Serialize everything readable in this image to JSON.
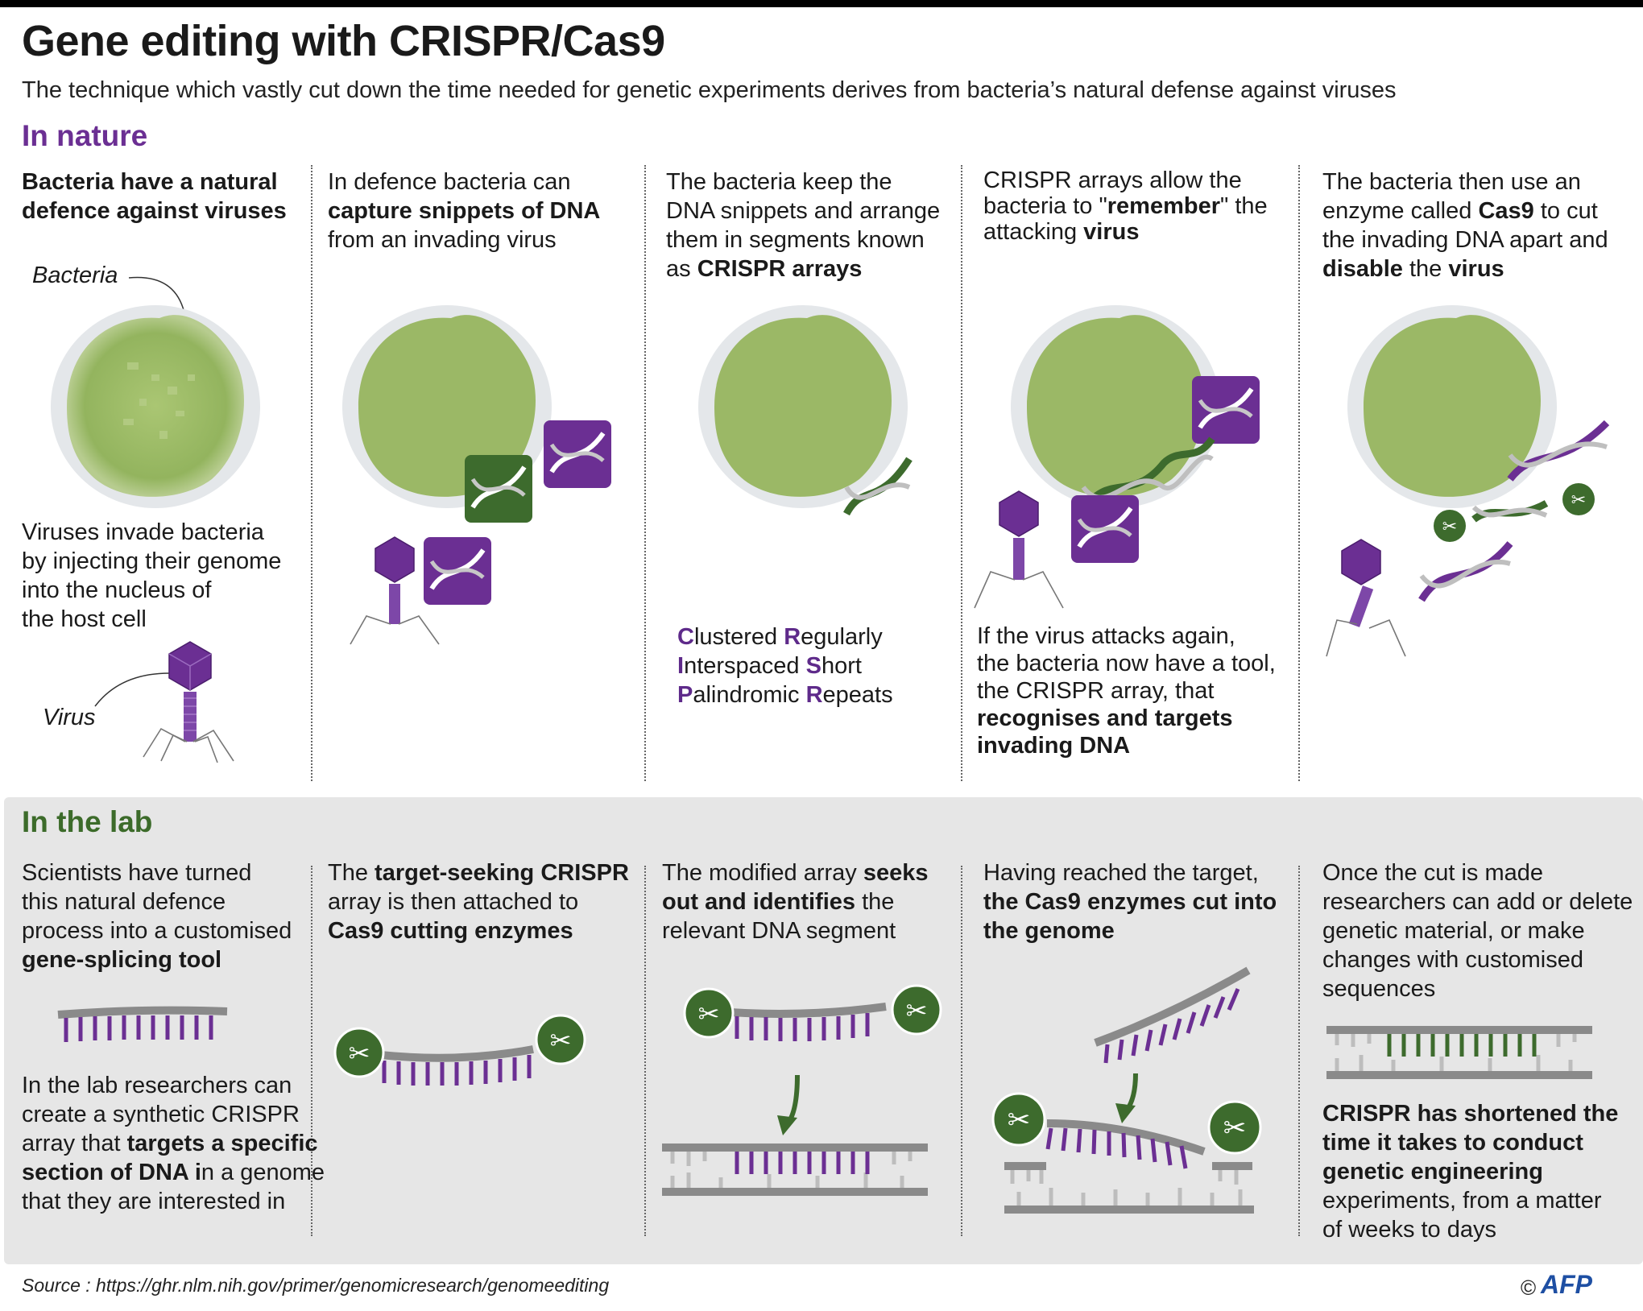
{
  "title": "Gene editing with CRISPR/Cas9",
  "subtitle": "The technique which vastly cut down the time needed for genetic experiments derives from bacteria’s natural defense against viruses",
  "nature": {
    "heading": "In nature",
    "col1": {
      "line1": "Bacteria have a natural",
      "line2": "defence against viruses",
      "bacteria_label": "Bacteria",
      "virus_text": [
        "Viruses invade bacteria",
        "by injecting their genome",
        "into the nucleus of",
        "the host cell"
      ],
      "virus_label": "Virus"
    },
    "col2": {
      "line1": "In defence bacteria can",
      "line2": "capture snippets of DNA",
      "line3": "from an invading virus"
    },
    "col3": {
      "line1": "The bacteria keep the",
      "line2": "DNA snippets and arrange",
      "line3": "them in segments known",
      "line4a": "as ",
      "line4b": "CRISPR arrays",
      "acronym": [
        {
          "initial": "C",
          "rest": "lustered "
        },
        {
          "initial": "R",
          "rest": "egularly"
        },
        {
          "initial": "I",
          "rest": "nterspaced "
        },
        {
          "initial": "S",
          "rest": "hort"
        },
        {
          "initial": "P",
          "rest": "alindromic "
        },
        {
          "initial": "R",
          "rest": "epeats"
        }
      ]
    },
    "col4": {
      "line1": "CRISPR arrays allow the",
      "line2a": "bacteria to \"",
      "line2b": "remember",
      "line2c": "\" the",
      "line3a": "attacking ",
      "line3b": "virus",
      "bottom": [
        "If the virus attacks again,",
        "the bacteria now have a tool,",
        "the CRISPR array, that"
      ],
      "bottom_bold": [
        "recognises and targets",
        "invading DNA"
      ]
    },
    "col5": {
      "line1": "The bacteria then use an",
      "line2a": "enzyme called ",
      "line2b": "Cas9",
      "line2c": " to cut",
      "line3": "the invading DNA apart and",
      "line4a": "disable",
      "line4b": " the ",
      "line4c": "virus"
    }
  },
  "lab": {
    "heading": "In the lab",
    "col1": {
      "lines": [
        "Scientists have turned",
        "this natural defence",
        "process into a customised"
      ],
      "bold": "gene-splicing tool",
      "p2_1": "In the lab researchers can",
      "p2_2": "create a synthetic CRISPR",
      "p2_3a": "array that ",
      "p2_3b": "targets a specific",
      "p2_4a": "section of DNA i",
      "p2_4b": "n a genome",
      "p2_5": "that they are interested in"
    },
    "col2": {
      "l1a": "The ",
      "l1b": "target-seeking CRISPR",
      "l2": "array is then attached to",
      "l3": "Cas9 cutting enzymes"
    },
    "col3": {
      "l1a": "The modified array ",
      "l1b": "seeks",
      "l2a": "out and identifies",
      "l2b": " the",
      "l3": "relevant DNA segment"
    },
    "col4": {
      "l1": "Having reached the target,",
      "l2": "the Cas9 enzymes cut into",
      "l3": "the genome"
    },
    "col5": {
      "lines": [
        "Once the cut is made",
        "researchers can add or delete",
        "genetic material, or make",
        "changes with customised",
        "sequences"
      ],
      "bold": [
        "CRISPR has shortened the",
        "time it takes to conduct",
        "genetic engineering"
      ],
      "tail": [
        "experiments, from a matter",
        "of weeks to days"
      ]
    }
  },
  "source": "Source : https://ghr.nlm.nih.gov/primer/genomicresearch/genomeediting",
  "credit": "AFP",
  "colors": {
    "purple": "#6b2f93",
    "green_dark": "#3d6b2d",
    "bacteria_green": "#9bb866",
    "strand_gray": "#8a8a8a"
  }
}
